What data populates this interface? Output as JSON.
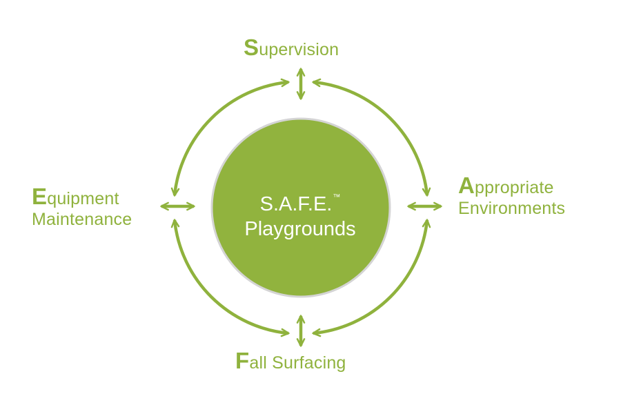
{
  "center": {
    "line1": "S.A.F.E.",
    "trademark": "™",
    "line2": "Playgrounds"
  },
  "pillars": {
    "supervision": {
      "initial": "S",
      "rest": "upervision"
    },
    "equipment": {
      "initial": "E",
      "rest_line1": "quipment",
      "line2": "Maintenance"
    },
    "appropriate": {
      "initial": "A",
      "rest_line1": "ppropriate",
      "line2": "Environments"
    },
    "fall": {
      "initial": "F",
      "rest": "all Surfacing"
    }
  },
  "colors": {
    "green": "#8fb23d",
    "center_fill": "#91b33e",
    "center_ring": "#d4d4d4",
    "text_on_center": "#ffffff"
  }
}
